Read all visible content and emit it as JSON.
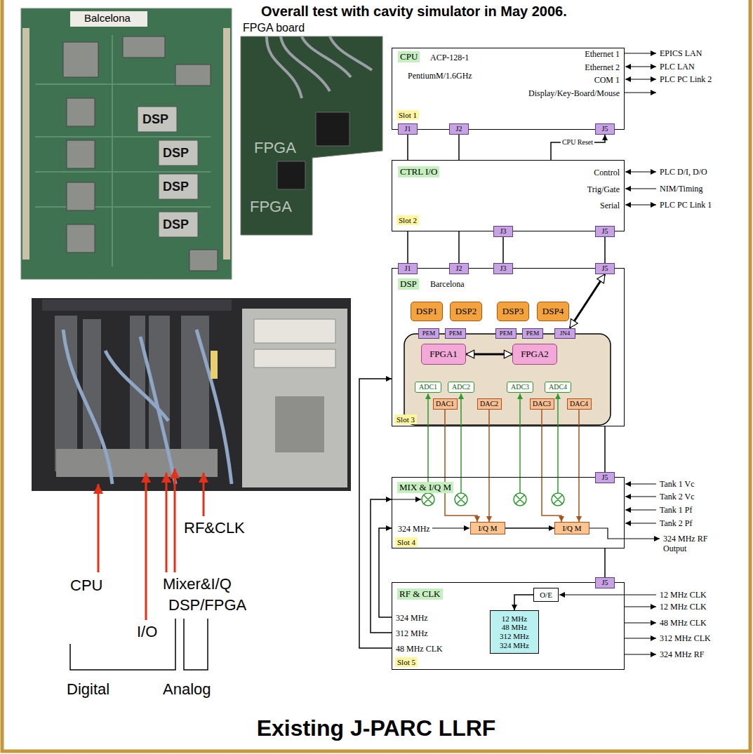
{
  "diagram": {
    "title": "Overall test with cavity simulator in May 2006.",
    "caption": "Existing J-PARC LLRF",
    "nodes": [
      {
        "text": [
          "CPU",
          "ACP-128-1",
          "PentiumM/1.6GHz",
          "Ethernet 1",
          "Ethernet 2",
          "COM 1",
          "Display/Key-Board/Mouse",
          "Slot 1"
        ]
      },
      {
        "text": [
          "J1"
        ],
        "in": 0
      },
      {
        "text": [
          "J2"
        ],
        "in": 0
      },
      {
        "text": [
          "J5"
        ],
        "in": 0
      },
      {
        "text": [
          "CTRL I/O",
          "Control",
          "Trig/Gate",
          "Serial",
          "Slot 2"
        ]
      },
      {
        "text": [
          "J3"
        ],
        "in": 4
      },
      {
        "text": [
          "J5"
        ],
        "in": 4
      },
      {
        "text": [
          "DSP",
          "Barcelona",
          "Slot 3"
        ]
      },
      {
        "text": [
          "J1"
        ],
        "in": 7
      },
      {
        "text": [
          "J2"
        ],
        "in": 7
      },
      {
        "text": [
          "J3"
        ],
        "in": 7
      },
      {
        "text": [
          "J5"
        ],
        "in": 7
      },
      {
        "text": [
          "DSP1"
        ],
        "in": 7
      },
      {
        "text": [
          "DSP2"
        ],
        "in": 7
      },
      {
        "text": [
          "DSP3"
        ],
        "in": 7
      },
      {
        "text": [
          "DSP4"
        ],
        "in": 7
      },
      {
        "text": [
          "PEM"
        ],
        "in": 7
      },
      {
        "text": [
          "PEM"
        ],
        "in": 7
      },
      {
        "text": [
          "PEM"
        ],
        "in": 7
      },
      {
        "text": [
          "PEM"
        ],
        "in": 7
      },
      {
        "text": [
          "JN4"
        ],
        "in": 7
      },
      {
        "text": [
          "FPGA1"
        ],
        "in": 7
      },
      {
        "text": [
          "FPGA2"
        ],
        "in": 7
      },
      {
        "text": [
          "ADC1"
        ],
        "in": 7
      },
      {
        "text": [
          "ADC2"
        ],
        "in": 7
      },
      {
        "text": [
          "ADC3"
        ],
        "in": 7
      },
      {
        "text": [
          "ADC4"
        ],
        "in": 7
      },
      {
        "text": [
          "DAC1"
        ],
        "in": 7
      },
      {
        "text": [
          "DAC2"
        ],
        "in": 7
      },
      {
        "text": [
          "DAC3"
        ],
        "in": 7
      },
      {
        "text": [
          "DAC4"
        ],
        "in": 7
      },
      {
        "text": [
          "MIX & I/Q M",
          "324 MHz",
          "Slot 4"
        ]
      },
      {
        "text": [
          "J5"
        ],
        "in": 31
      },
      {
        "text": [
          "I/Q M"
        ],
        "in": 31
      },
      {
        "text": [
          "I/Q M"
        ],
        "in": 31
      },
      {
        "text": [
          "RF & CLK",
          "324 MHz",
          "312 MHz",
          "48 MHz CLK",
          "Slot 5"
        ]
      },
      {
        "text": [
          "J5"
        ],
        "in": 35
      },
      {
        "text": [
          "O/E"
        ],
        "in": 35
      },
      {
        "text": [
          "12 MHz",
          "48 MHz",
          "312 MHz",
          "324 MHz"
        ],
        "in": 35
      }
    ],
    "edges": [
      {
        "from": 1,
        "to": 4,
        "arrow": "none"
      },
      {
        "from": 2,
        "to": 4,
        "arrow": "none"
      },
      {
        "from": 4,
        "to": 3,
        "arrow": "to",
        "label": "CPU Reset"
      },
      {
        "from": 4,
        "to": 8,
        "arrow": "none"
      },
      {
        "from": 4,
        "to": 9,
        "arrow": "none"
      },
      {
        "from": 5,
        "to": 10,
        "arrow": "none"
      },
      {
        "from": 6,
        "to": 11,
        "arrow": "none"
      },
      {
        "from": 11,
        "to": 20,
        "arrow": "both"
      },
      {
        "from": 21,
        "to": 22,
        "arrow": "both"
      },
      {
        "from": 27,
        "to": 33,
        "arrow": "to"
      },
      {
        "from": 28,
        "to": 33,
        "arrow": "to"
      },
      {
        "from": 29,
        "to": 34,
        "arrow": "to"
      },
      {
        "from": 30,
        "to": 34,
        "arrow": "to"
      },
      {
        "from": 33,
        "to": 34,
        "arrow": "to"
      },
      {
        "from": 7,
        "to": 32,
        "arrow": "none"
      },
      {
        "from": 31,
        "to": 36,
        "arrow": "none"
      },
      {
        "from": 37,
        "to": 38,
        "arrow": "to"
      },
      {
        "from": 35,
        "to": 7,
        "arrow": "to"
      },
      {
        "from": 35,
        "to": 31,
        "arrow": "to"
      },
      {
        "from": 35,
        "to": 31,
        "arrow": "to"
      }
    ],
    "labels": [
      "Balcelona",
      "FPGA board",
      "DSP",
      "DSP",
      "DSP",
      "DSP",
      "FPGA",
      "FPGA",
      "EPICS LAN",
      "PLC LAN",
      "PLC PC Link 2",
      "PLC D/I, D/O",
      "NIM/Timing",
      "PLC PC Link 1",
      "Tank 1 Vc",
      "Tank 2 Vc",
      "Tank 1 Pf",
      "Tank 2 Pf",
      "324 MHz RF Output",
      "12 MHz CLK",
      "12 MHz CLK",
      "48 MHz CLK",
      "312 MHz CLK",
      "324 MHz RF",
      "RF&CLK",
      "CPU",
      "Mixer&I/Q",
      "DSP/FPGA",
      "I/O",
      "Digital",
      "Analog"
    ]
  }
}
